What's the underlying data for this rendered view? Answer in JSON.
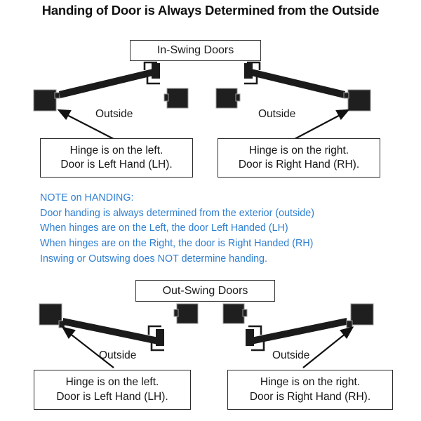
{
  "title": "Handing of Door is Always Determined from the Outside",
  "sections": [
    {
      "id": "in-swing",
      "header": "In-Swing Doors",
      "doors": [
        {
          "side": "left",
          "outside_label": "Outside",
          "caption": [
            "Hinge is on the left.",
            "Door is Left Hand (LH)."
          ]
        },
        {
          "side": "right",
          "outside_label": "Outside",
          "caption": [
            "Hinge is on the right.",
            "Door is Right Hand (RH)."
          ]
        }
      ]
    },
    {
      "id": "out-swing",
      "header": "Out-Swing Doors",
      "doors": [
        {
          "side": "left",
          "outside_label": "Outside",
          "caption": [
            "Hinge is on the left.",
            "Door is Left Hand (LH)."
          ]
        },
        {
          "side": "right",
          "outside_label": "Outside",
          "caption": [
            "Hinge is on the right.",
            "Door is Right Hand (RH)."
          ]
        }
      ]
    }
  ],
  "note": {
    "heading": "NOTE on HANDING:",
    "lines": [
      "Door handing is always determined from the exterior (outside)",
      "When hinges are on the Left, the door Left Handed (LH)",
      "When hinges are on the Right, the door is Right Handed (RH)",
      "Inswing or Outswing does NOT determine handing."
    ],
    "color": "#2f7fd1"
  },
  "colors": {
    "background": "#ffffff",
    "ink": "#1a1a1a",
    "door_black": "#1b1b1b",
    "note_blue": "#2f7fd1",
    "box_border": "#2b2b2b"
  },
  "icons": {
    "hinge_block": "hinge-block-icon",
    "jamb_block": "jamb-block-icon",
    "door_panel": "door-panel-icon",
    "latch_hardware": "latch-hardware-icon",
    "pointer_arrow": "pointer-arrow-icon"
  }
}
